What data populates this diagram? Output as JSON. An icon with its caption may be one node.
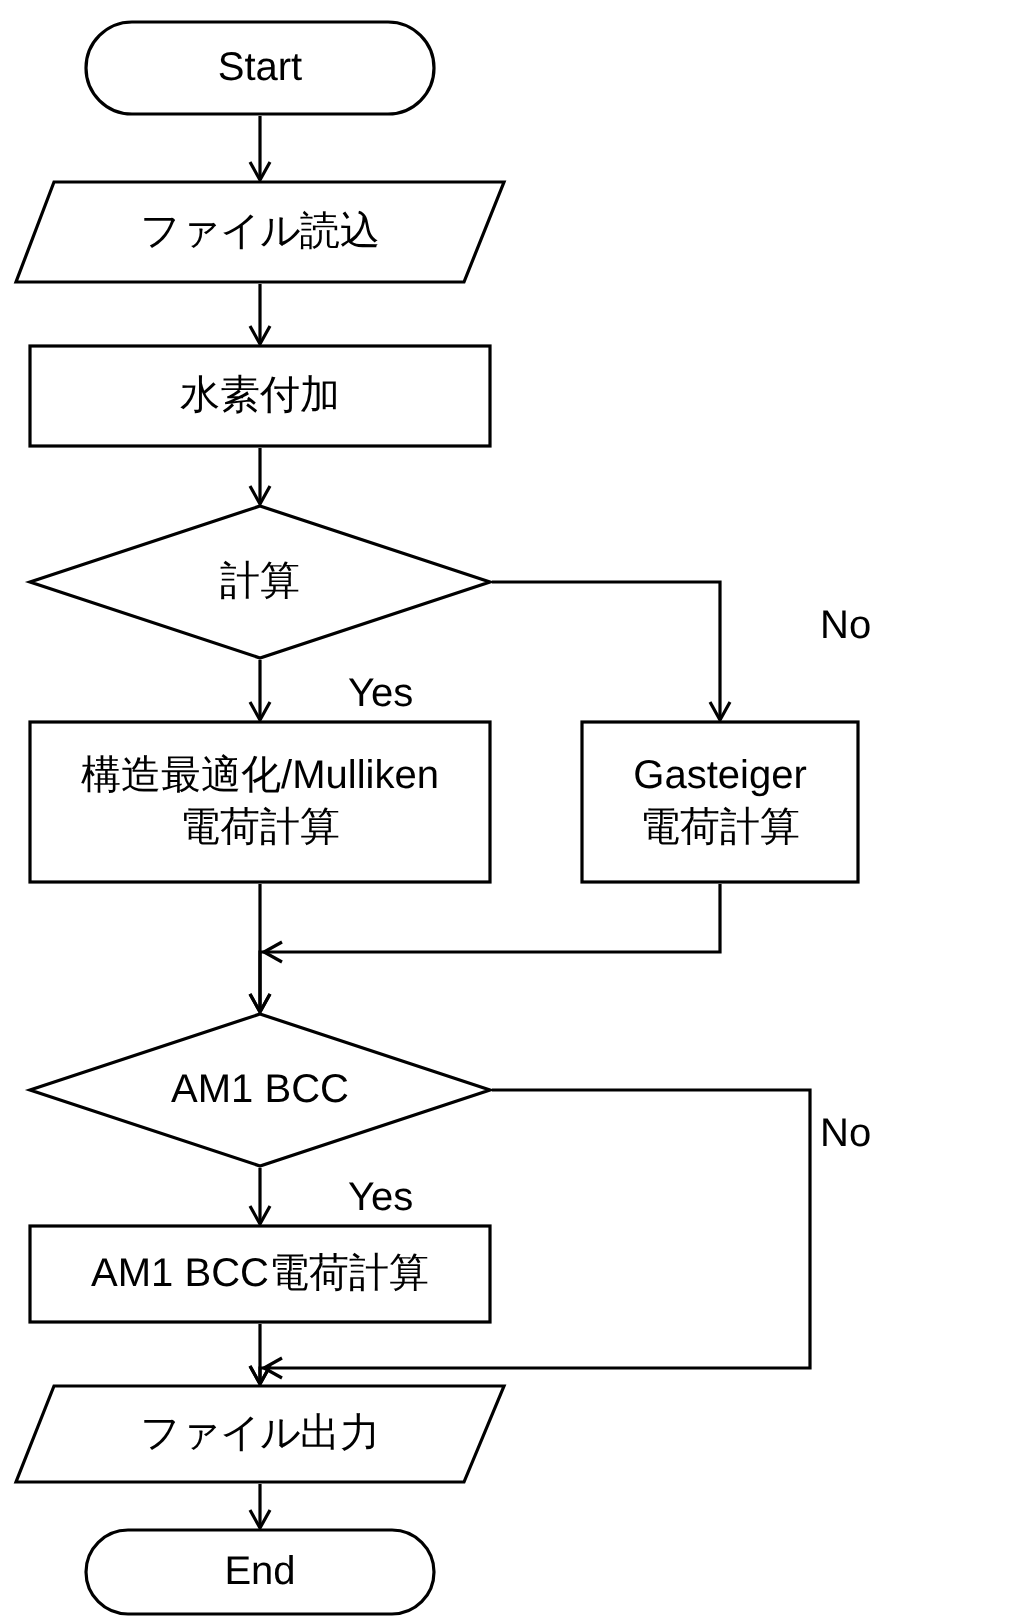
{
  "diagram": {
    "nodes": [
      {
        "text": [
          "Start"
        ]
      },
      {
        "text": [
          "ファイル読込"
        ]
      },
      {
        "text": [
          "水素付加"
        ]
      },
      {
        "text": [
          "計算"
        ]
      },
      {
        "text": [
          "構造最適化/Mulliken電荷計算"
        ]
      },
      {
        "text": [
          "Gasteiger 電荷計算"
        ]
      },
      {
        "text": [
          "AM1 BCC"
        ]
      },
      {
        "text": [
          "AM1 BCC電荷計算"
        ]
      },
      {
        "text": [
          "ファイル出力"
        ]
      },
      {
        "text": [
          "End"
        ]
      }
    ],
    "edges": [
      {
        "from": 0,
        "to": 1,
        "arrow": "to"
      },
      {
        "from": 1,
        "to": 2,
        "arrow": "to"
      },
      {
        "from": 2,
        "to": 3,
        "arrow": "to"
      },
      {
        "from": 3,
        "to": 4,
        "arrow": "to",
        "label": "Yes"
      },
      {
        "from": 3,
        "to": 5,
        "arrow": "to",
        "label": "No"
      },
      {
        "from": 4,
        "to": 6,
        "arrow": "to"
      },
      {
        "from": 5,
        "to": 6,
        "arrow": "to"
      },
      {
        "from": 6,
        "to": 7,
        "arrow": "to",
        "label": "Yes"
      },
      {
        "from": 6,
        "to": 8,
        "arrow": "to",
        "label": "No"
      },
      {
        "from": 7,
        "to": 8,
        "arrow": "to"
      },
      {
        "from": 8,
        "to": 9,
        "arrow": "to"
      }
    ]
  }
}
